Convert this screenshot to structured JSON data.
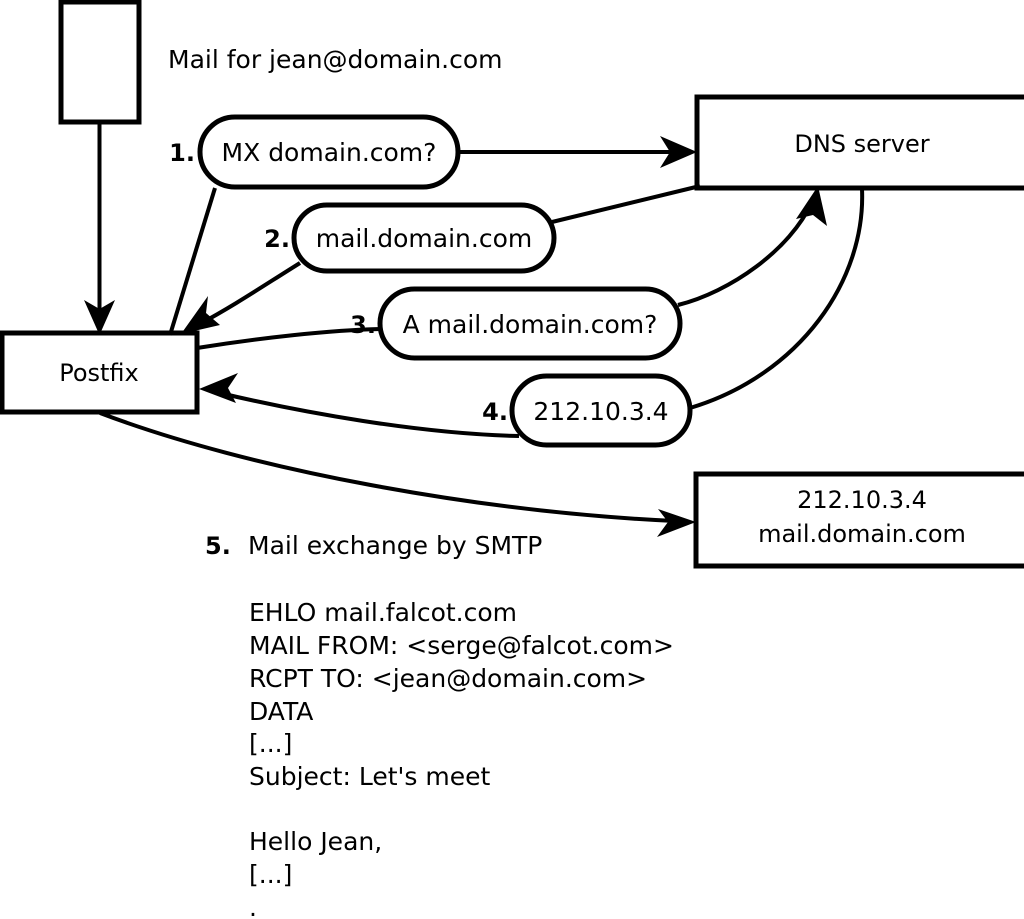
{
  "diagram": {
    "title": "Mail for jean@domain.com",
    "nodes": {
      "sender": {
        "label": ""
      },
      "postfix": {
        "label": "Postfix"
      },
      "dns": {
        "label": "DNS server"
      },
      "mailserver": {
        "line1": "212.10.3.4",
        "line2": "mail.domain.com"
      }
    },
    "steps": [
      {
        "num": "1.",
        "bubble": "MX domain.com?"
      },
      {
        "num": "2.",
        "bubble": "mail.domain.com"
      },
      {
        "num": "3.",
        "bubble": "A mail.domain.com?"
      },
      {
        "num": "4.",
        "bubble": "212.10.3.4"
      },
      {
        "num": "5.",
        "label": "Mail exchange by SMTP"
      }
    ],
    "transcript": [
      "EHLO mail.falcot.com",
      "MAIL FROM: <serge@falcot.com>",
      "RCPT TO: <jean@domain.com>",
      "DATA",
      "[...]",
      "Subject: Let's meet",
      "",
      "Hello Jean,",
      "[...]",
      "",
      "."
    ],
    "colors": {
      "stroke": "#000000",
      "fill": "#ffffff",
      "text": "#000000"
    }
  }
}
